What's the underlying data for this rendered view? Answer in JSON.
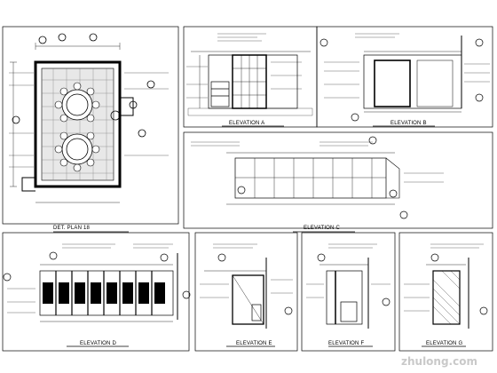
{
  "sheet": {
    "titles": {
      "plan": "DET. PLAN 18",
      "elev_a": "ELEVATION A",
      "elev_b": "ELEVATION B",
      "elev_c": "ELEVATION C",
      "elev_d": "ELEVATION D",
      "elev_e": "ELEVATION E",
      "elev_f": "ELEVATION F",
      "elev_g": "ELEVATION G"
    },
    "watermark": "zhulong.com"
  },
  "colors": {
    "line": "#000000",
    "background": "#ffffff",
    "watermark": "#c9c9c9"
  }
}
